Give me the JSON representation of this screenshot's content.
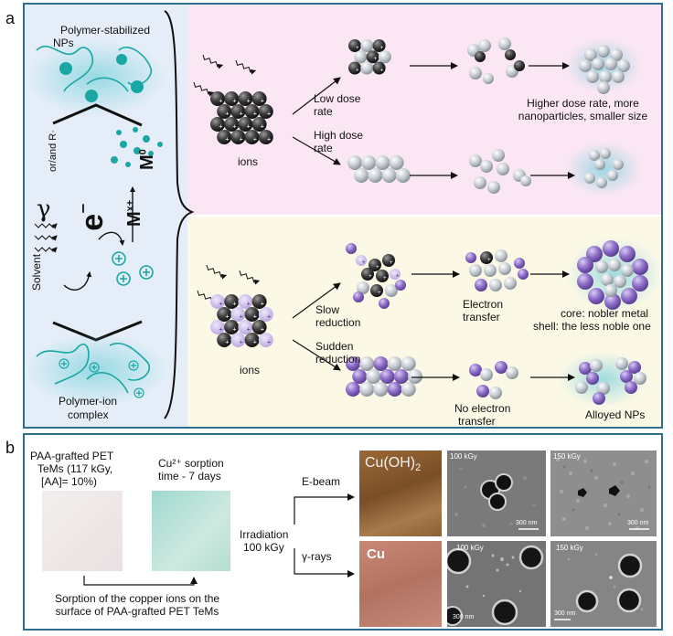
{
  "panel_a": {
    "label": "a",
    "polymer_np_label_1": "Polymer-stabilized",
    "polymer_np_label_2": "NPs",
    "gamma": "γ",
    "electron": "e",
    "electron_sup": "⁻",
    "radical_label": "or/and R·",
    "solvent": "Solvent",
    "metal_ion": "M",
    "metal_ion_sup": "x+",
    "metal_atom": "M",
    "metal_atom_sup": "0",
    "polymer_ion_label_1": "Polymer-ion",
    "polymer_ion_label_2": "complex",
    "top": {
      "ions_label": "ions",
      "low_dose_1": "Low dose",
      "low_dose_2": "rate",
      "high_dose_1": "High dose",
      "high_dose_2": "rate",
      "result_1": "Higher dose rate, more",
      "result_2": "nanoparticles, smaller size"
    },
    "bottom": {
      "ions_label": "ions",
      "slow_1": "Slow",
      "slow_2": "reduction",
      "sudden_1": "Sudden",
      "sudden_2": "reduction",
      "electron_transfer_1": "Electron",
      "electron_transfer_2": "transfer",
      "no_transfer_1": "No electron",
      "no_transfer_2": "transfer",
      "core_shell_1": "core: nobler metal",
      "core_shell_2": "shell: the less noble one",
      "alloyed": "Alloyed NPs"
    }
  },
  "panel_b": {
    "label": "b",
    "paa_1": "PAA-grafted PET",
    "paa_2": "TeMs (117 kGy,",
    "paa_3": "[AA]= 10%)",
    "cu_sorption_1": "Cu²⁺ sorption",
    "cu_sorption_2": "time - 7 days",
    "irradiation_1": "Irradiation",
    "irradiation_2": "100 kGy",
    "ebeam": "E-beam",
    "gamma_rays": "γ-rays",
    "cuoh2": "Cu(OH)",
    "cuoh2_sub": "2",
    "cu": "Cu",
    "sorption_note_1": "Sorption of the copper ions on the",
    "sorption_note_2": "surface of PAA-grafted PET TeMs",
    "sem": [
      {
        "dose": "100 kGy",
        "scale": "300 nm"
      },
      {
        "dose": "150 kGy",
        "scale": "300 nm"
      },
      {
        "dose": "100 kGy",
        "scale": "300 nm"
      },
      {
        "dose": "150 kGy",
        "scale": "300 nm"
      }
    ]
  },
  "colors": {
    "frame": "#2f6e8c",
    "left_bg": "#e5eef8",
    "top_right_bg": "#fbe6f3",
    "bottom_right_bg": "#fbf8e6",
    "teal": "#1aa7a4",
    "purple": "#8e6dc8",
    "dark_sphere": "#3a3a3a",
    "light_sphere": "#bfc5cc"
  }
}
